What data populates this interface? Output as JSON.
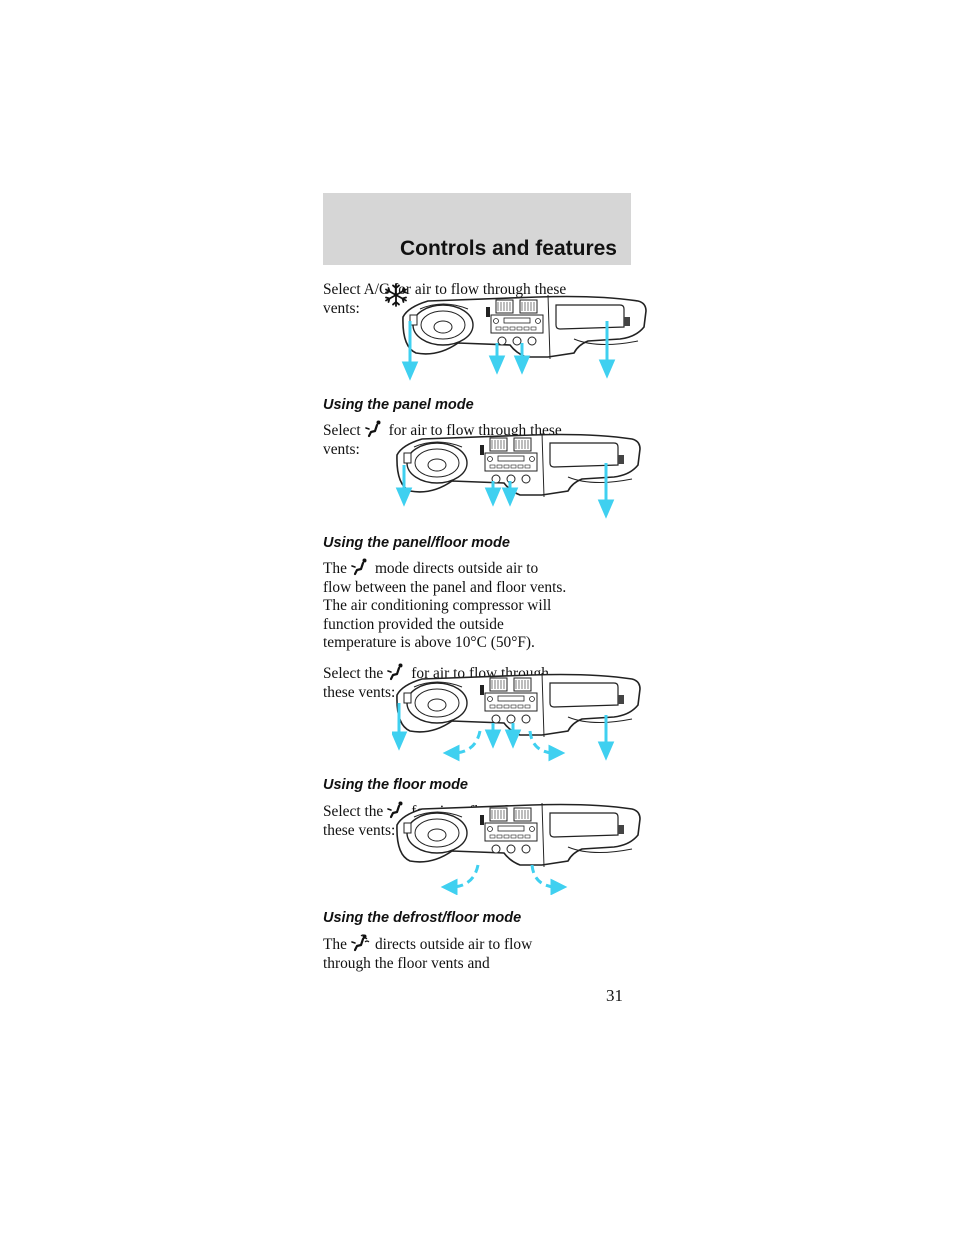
{
  "header": {
    "title": "Controls and features"
  },
  "sections": {
    "ac": {
      "text_before": "Select A/C for air to flow through these vents:"
    },
    "panel": {
      "heading": "Using the panel mode",
      "text_before": "Select",
      "text_after": "for air to flow through these vents:"
    },
    "panel_floor": {
      "heading": "Using the panel/floor mode",
      "p1_before": "The",
      "p1_after": "mode directs outside air to flow between the panel and floor vents. The air conditioning compressor will function provided the outside temperature is above 10°C (50°F).",
      "p2_before": "Select the",
      "p2_after": "for air to flow through these vents:"
    },
    "floor": {
      "heading": "Using the floor mode",
      "text_before": "Select the",
      "text_after": "for air to flow through these vents:"
    },
    "defrost_floor": {
      "heading": "Using the defrost/floor mode",
      "text_before": "The",
      "text_after": "directs outside air to flow through the floor vents and"
    }
  },
  "icons": {
    "ac": "snowflake-icon",
    "panel": "panel-mode-icon",
    "panel_floor": "panel-floor-mode-icon",
    "floor": "floor-mode-icon",
    "defrost_floor": "defrost-floor-mode-icon",
    "arrow_color": "#3fd0f0"
  },
  "page": {
    "number": "31"
  }
}
